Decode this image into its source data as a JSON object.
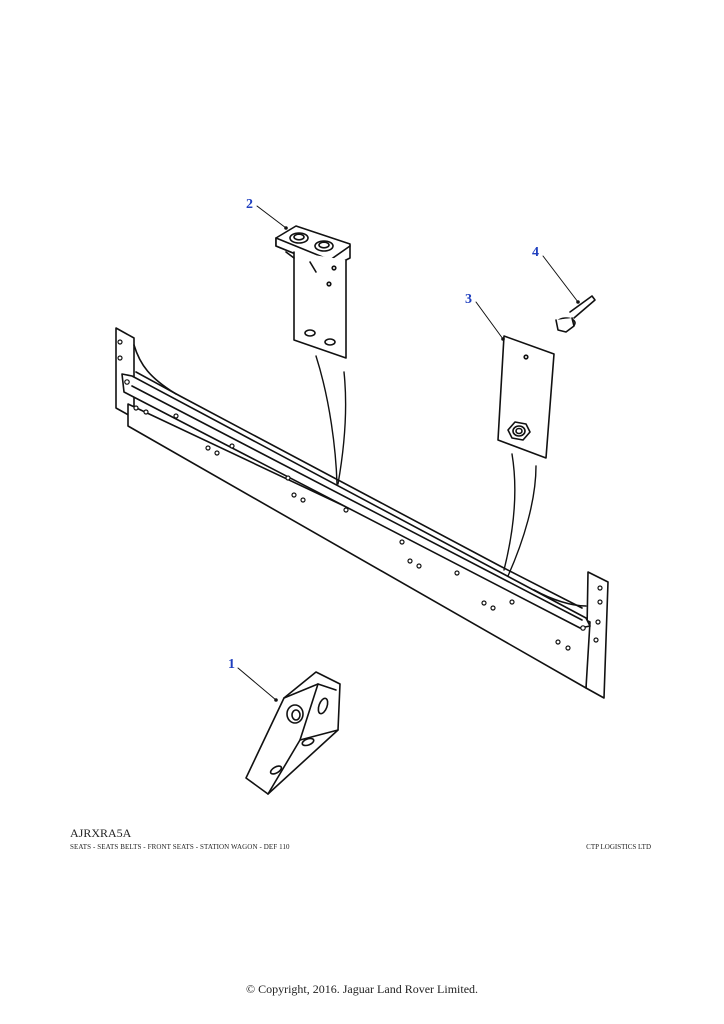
{
  "diagram": {
    "callouts": [
      "1",
      "2",
      "3",
      "4"
    ],
    "illustration_code": "AJRXRA5A",
    "description": "SEATS - SEATS  BELTS - FRONT SEATS  - STATION WAGON - DEF 110",
    "supplier": "CTP LOGISTICS LTD",
    "copyright": "© Copyright, 2016. Jaguar Land Rover Limited.",
    "colors": {
      "callout": "#1f3fbf",
      "line": "#111111",
      "background": "#ffffff"
    }
  }
}
